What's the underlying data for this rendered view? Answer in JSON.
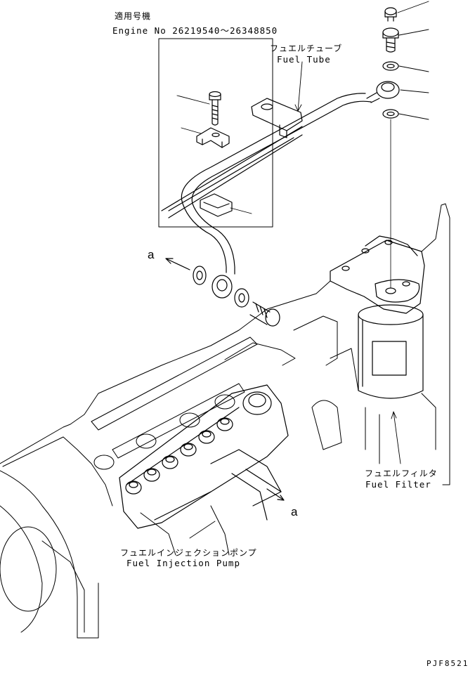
{
  "applicability": {
    "title_jp": "適用号機",
    "engine_no": "Engine No 26219540～26348850"
  },
  "labels": {
    "fuel_tube_jp": "フュエルチューブ",
    "fuel_tube_en": "Fuel Tube",
    "fuel_filter_jp": "フュエルフィルタ",
    "fuel_filter_en": "Fuel Filter",
    "fuel_injection_pump_jp": "フュエルインジェクションポンプ",
    "fuel_injection_pump_en": "Fuel Injection Pump",
    "ref_a_left": "a",
    "ref_a_right": "a"
  },
  "drawing_code": "PJF8521",
  "colors": {
    "ink": "#000000",
    "paper": "#ffffff"
  }
}
